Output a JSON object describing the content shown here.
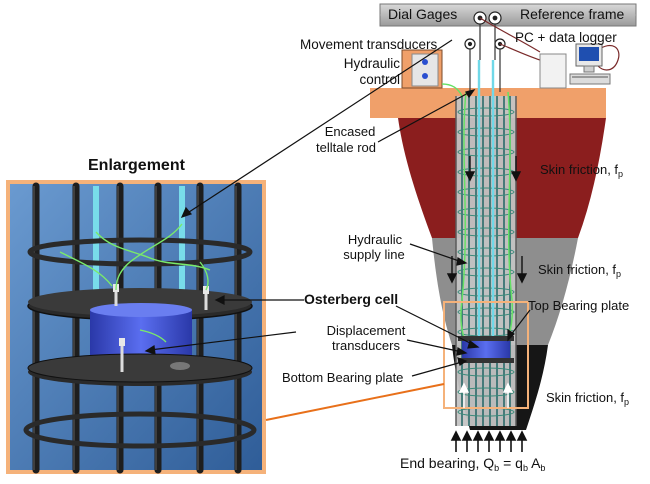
{
  "labels": {
    "enlargement": "Enlargement",
    "dial_gages": "Dial Gages",
    "reference_frame": "Reference frame",
    "movement_transducers": "Movement transducers",
    "pc_data_logger": "PC + data logger",
    "hydraulic_control_1": "Hydraulic",
    "hydraulic_control_2": "control",
    "encased_telltale_1": "Encased",
    "encased_telltale_2": "telltale rod",
    "hydraulic_supply_1": "Hydraulic",
    "hydraulic_supply_2": "supply line",
    "osterberg_cell": "Osterberg cell",
    "displacement_1": "Displacement",
    "displacement_2": "transducers",
    "bottom_bearing_plate": "Bottom Bearing plate",
    "top_bearing_plate": "Top Bearing plate",
    "skin_friction": "Skin friction, f",
    "skin_friction_sub": "p",
    "end_bearing_prefix": "End bearing, Q",
    "end_bearing_sub_b": "b",
    "end_bearing_eq": " = q",
    "end_bearing_A": " A"
  },
  "colors": {
    "soil_top": "#f0a06a",
    "soil_upper": "#8b1e1e",
    "soil_mid": "#8e8e8e",
    "soil_bottom": "#1a1a1a",
    "shaft": "#bfbfbf",
    "cage": "#2a7a6a",
    "green_line": "#66e066",
    "highlight_box": "#f5b27a",
    "leader_orange": "#e8701a",
    "enlargement_bg": "#3d6ea8",
    "osterberg_cell": "#3b4fd0"
  },
  "icons": {
    "dial_gage": "dial-gage-icon",
    "computer": "computer-icon",
    "hydraulic_pump": "hydraulic-pump-icon"
  }
}
